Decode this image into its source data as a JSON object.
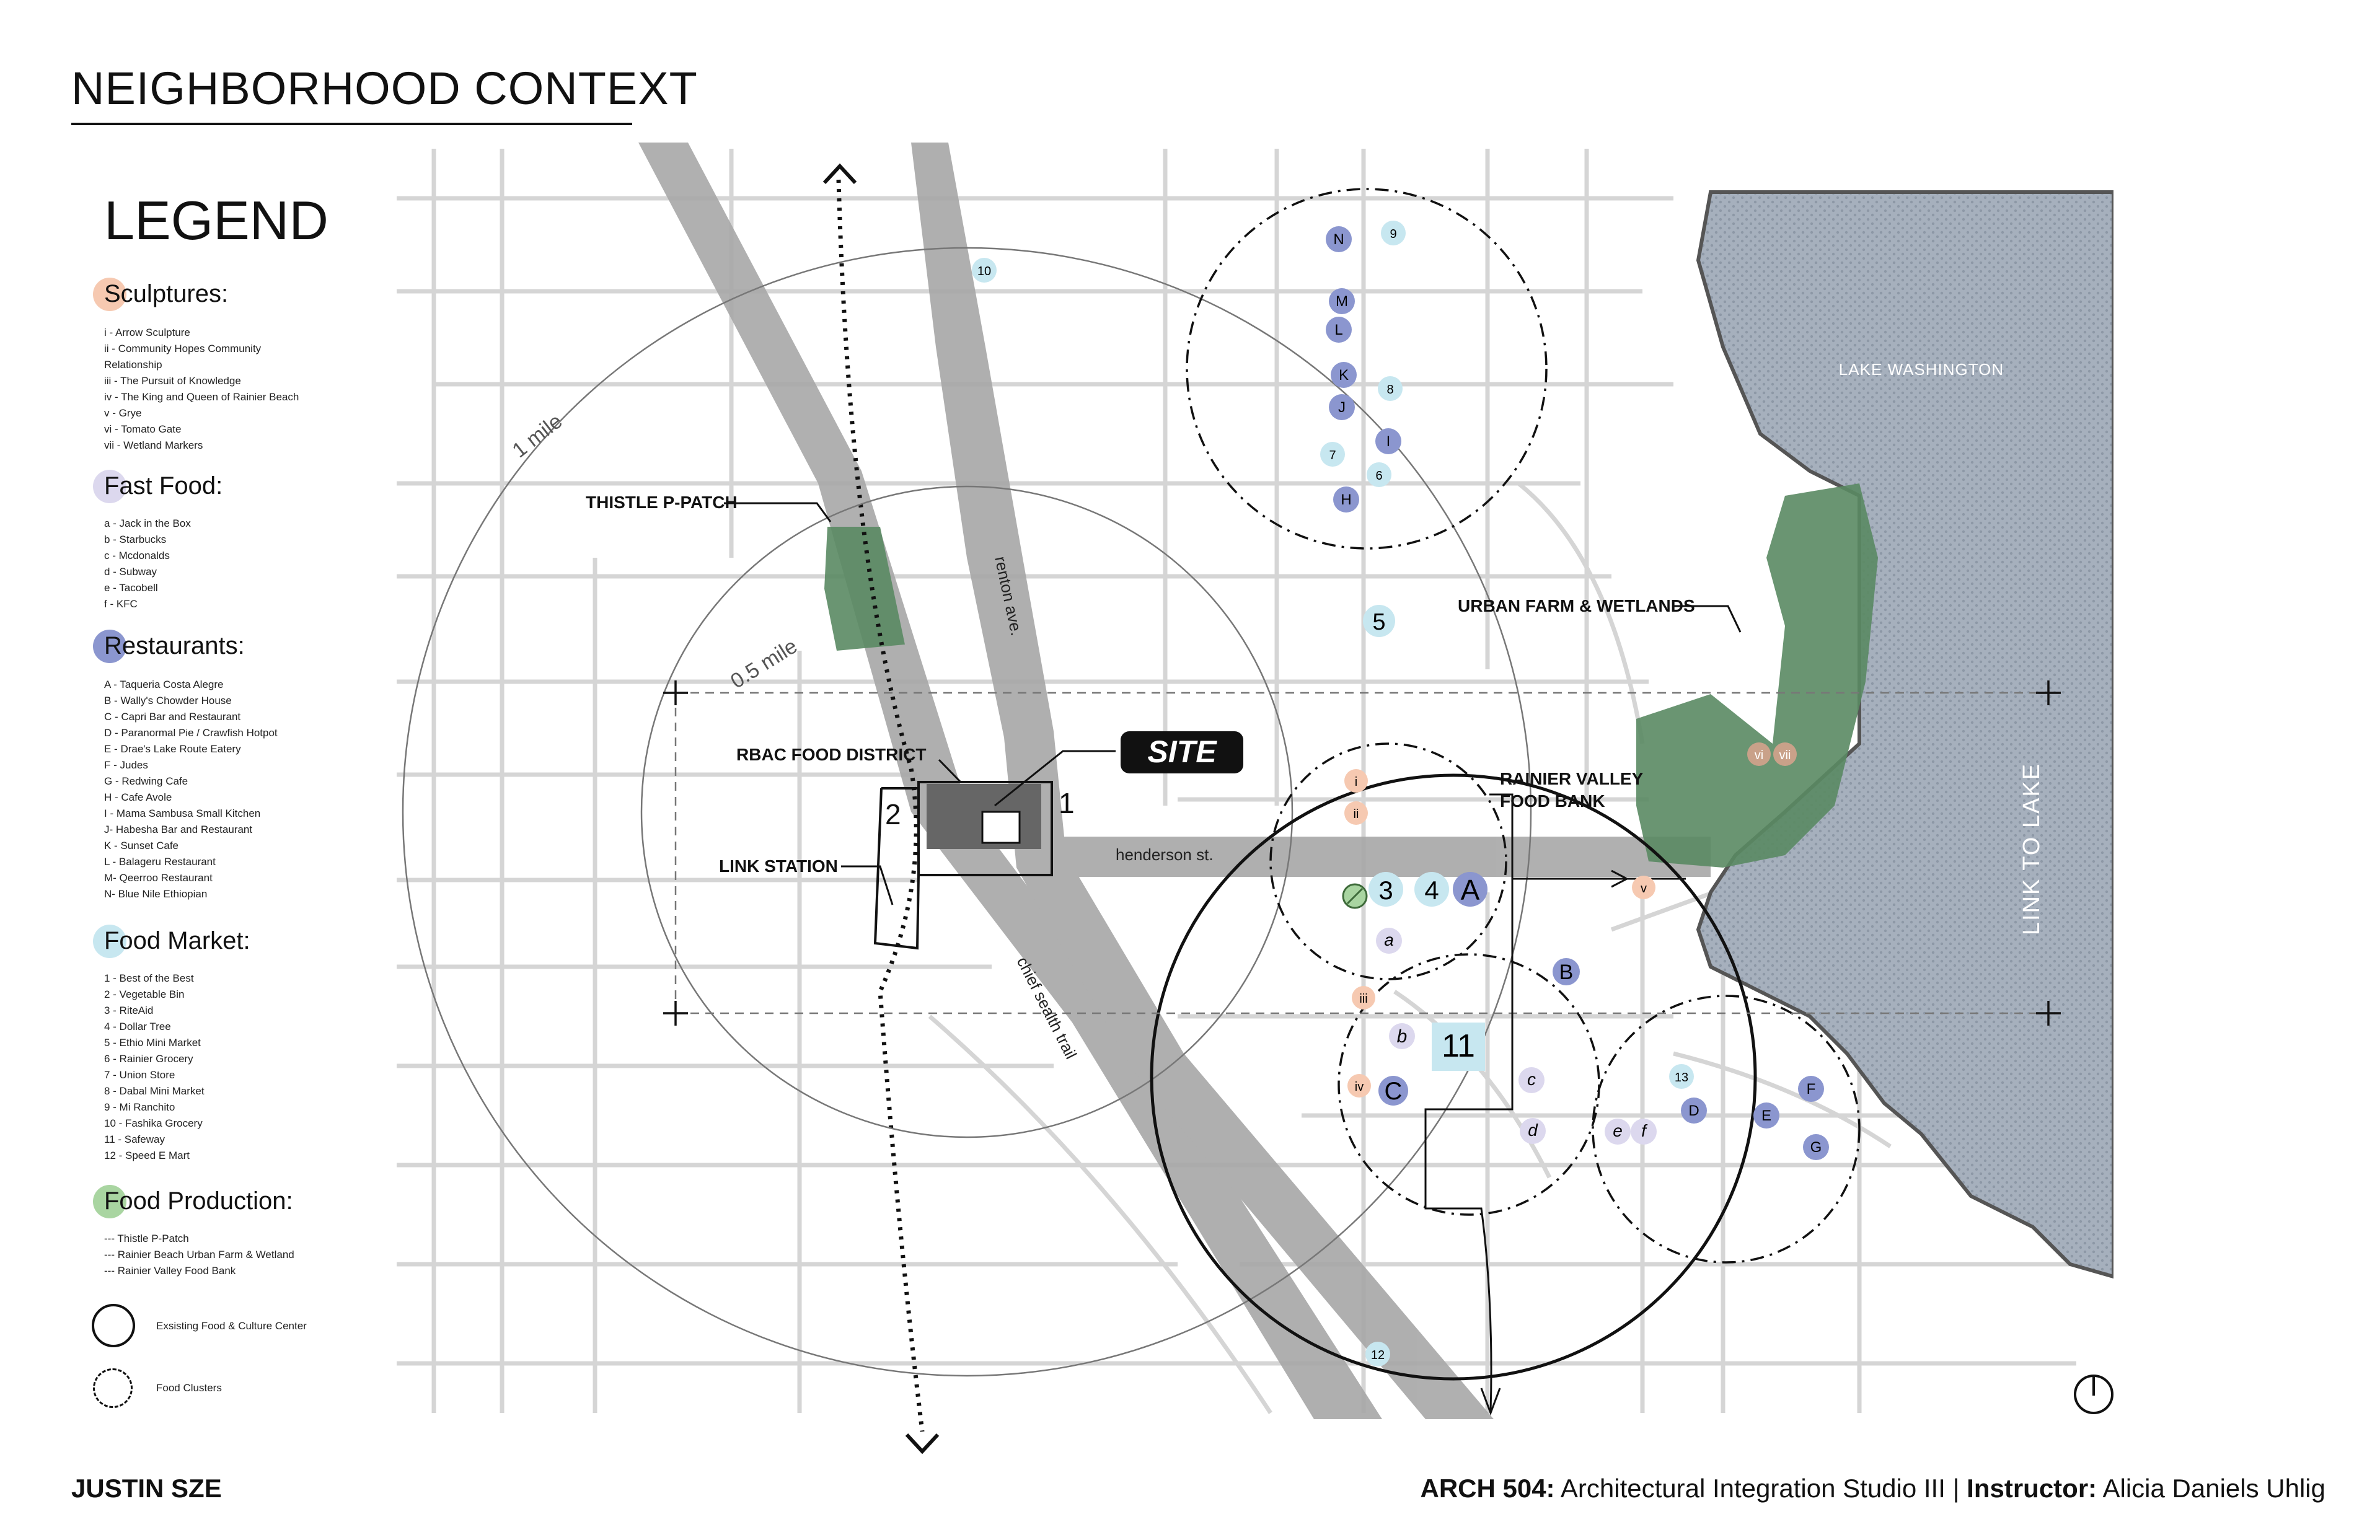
{
  "header": {
    "title": "NEIGHBORHOOD CONTEXT"
  },
  "legend": {
    "title": "LEGEND",
    "sculptures": {
      "heading": "Sculptures:",
      "color": "#f6c9b1",
      "items": [
        "i  - Arrow Sculpture",
        "ii - Community Hopes Community Relationship",
        "iii - The Pursuit of Knowledge",
        "iv - The King and Queen of Rainier Beach",
        "v - Grye",
        "vi - Tomato Gate",
        "vii - Wetland Markers"
      ]
    },
    "fast_food": {
      "heading": "Fast Food:",
      "color": "#dcd8ee",
      "items": [
        "a  - Jack in the Box",
        "b - Starbucks",
        "c - Mcdonalds",
        "d - Subway",
        "e - Tacobell",
        "f - KFC"
      ]
    },
    "restaurants": {
      "heading": "Restaurants:",
      "color": "#8b96cf",
      "items": [
        "A - Taqueria Costa Alegre",
        "B - Wally's Chowder House",
        "C - Capri Bar and Restaurant",
        "D - Paranormal Pie / Crawfish Hotpot",
        "E - Drae's Lake Route Eatery",
        "F - Judes",
        "G - Redwing Cafe",
        "H - Cafe Avole",
        "I - Mama Sambusa Small Kitchen",
        "J- Habesha Bar and Restaurant",
        "K - Sunset Cafe",
        "L - Balageru Restaurant",
        "M- Qeerroo Restaurant",
        "N- Blue Nile Ethiopian"
      ]
    },
    "food_market": {
      "heading": "Food Market:",
      "color": "#c7e7f0",
      "items": [
        "1 - Best of the Best",
        "2 - Vegetable Bin",
        "3 - RiteAid",
        "4 - Dollar Tree",
        "5 - Ethio Mini Market",
        "6 - Rainier Grocery",
        "7 - Union Store",
        "8 - Dabal Mini Market",
        "9 - Mi Ranchito",
        "10 - Fashika Grocery",
        "11 - Safeway",
        "12 - Speed E Mart"
      ]
    },
    "food_production": {
      "heading": "Food Production:",
      "color": "#a9d5a1",
      "items": [
        "--- Thistle P-Patch",
        "--- Rainier Beach Urban Farm & Wetland",
        "--- Rainier Valley Food Bank"
      ]
    },
    "symbols": {
      "existing_center": "Exsisting Food & Culture Center",
      "food_clusters": "Food Clusters"
    }
  },
  "map": {
    "labels": {
      "thistle": "THISTLE P-PATCH",
      "urban_farm": "URBAN FARM & WETLANDS",
      "food_district": "RBAC FOOD DISTRICT",
      "site": "SITE",
      "link_station": "LINK STATION",
      "food_bank_1": "RAINIER VALLEY",
      "food_bank_2": "FOOD BANK",
      "lake": "LAKE WASHINGTON",
      "link_to_lake": "LINK TO LAKE",
      "renton": "renton ave.",
      "henderson": "henderson st.",
      "chief": "chief sealth trail",
      "mile_1": "1 mile",
      "mile_half": "0.5 mile",
      "site_num_1": "1",
      "site_num_2": "2"
    },
    "markers": {
      "market": [
        "10",
        "9",
        "8",
        "7",
        "6",
        "5",
        "3",
        "4",
        "13",
        "12",
        "11"
      ],
      "restaurant": [
        "N",
        "M",
        "L",
        "K",
        "J",
        "I",
        "H",
        "A",
        "B",
        "C",
        "D",
        "E",
        "F",
        "G"
      ],
      "fast_food": [
        "a",
        "b",
        "c",
        "d",
        "e",
        "f"
      ],
      "sculpture": [
        "i",
        "ii",
        "iii",
        "iv",
        "v",
        "vi",
        "vii"
      ]
    }
  },
  "footer": {
    "author": "JUSTIN SZE",
    "course_code": "ARCH 504:",
    "course_name": " Architectural Integration Studio III | ",
    "instructor_label": "Instructor:",
    "instructor_name": " Alicia Daniels Uhlig"
  }
}
